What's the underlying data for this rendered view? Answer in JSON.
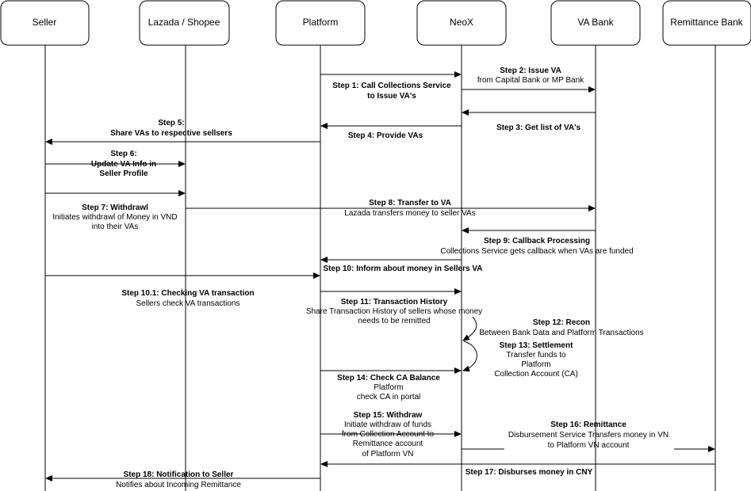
{
  "actors": {
    "seller": "Seller",
    "lazada": "Lazada / Shopee",
    "platform": "Platform",
    "neox": "NeoX",
    "vabank": "VA Bank",
    "remit": "Remittance Bank"
  },
  "steps": {
    "s1_title": "Step 1: Call Collections Service",
    "s1_l2": "to Issue VA's",
    "s2_title": "Step 2: Issue VA",
    "s2_l2": "from Capital Bank or MP Bank",
    "s3_title": "Step 3: Get list of VA's",
    "s4_title": "Step 4: Provide VAs",
    "s5_title": "Step 5:",
    "s5_l2": "Share VAs to respective sellsers",
    "s6_title": "Step 6:",
    "s6_l2": "Update VA Info in",
    "s6_l3": "Seller Profile",
    "s7_title": "Step 7: Withdrawl",
    "s7_l2": "Initiates withdrawl of Money in VND",
    "s7_l3": "into their VAs",
    "s8_title": "Step 8: Transfer to VA",
    "s8_l2": "Lazada transfers money to seller VAs",
    "s9_title": "Step 9: Callback Processing",
    "s9_l2": "Collections Service gets callback when VAs are funded",
    "s10_title": "Step 10: Inform about money in Sellers VA",
    "s101_title": "Step 10.1: Checking VA transaction",
    "s101_l2": "Sellers check VA transactions",
    "s11_title": "Step 11: Transaction History",
    "s11_l2": "Share Transaction History of sellers whose money",
    "s11_l3": "needs to be remitted",
    "s12_title": "Step 12: Recon",
    "s12_l2": "Between Bank Data and Platform Transactions",
    "s13_title": "Step 13: Settlement",
    "s13_l2": "Transfer funds to",
    "s13_l3": "Platform",
    "s13_l4": "Collection Account (CA)",
    "s14_title": "Step 14: Check CA Balance",
    "s14_l2": "Platform",
    "s14_l3": "check CA in portal",
    "s15_title": "Step 15: Withdraw",
    "s15_l2": "Initiate withdraw of funds",
    "s15_l3": "from Collection Account to",
    "s15_l4": "Remittance account",
    "s15_l5": "of Platform VN",
    "s16_title": "Step 16: Remittance",
    "s16_l2": "Disbursement Service Transfers money in VN",
    "s16_l3": "to Platform VN account",
    "s17_title": "Step 17: Disburses money in CNY",
    "s18_title": "Step 18: Notification to Seller",
    "s18_l2": "Notifies about Incoming Remittance"
  }
}
